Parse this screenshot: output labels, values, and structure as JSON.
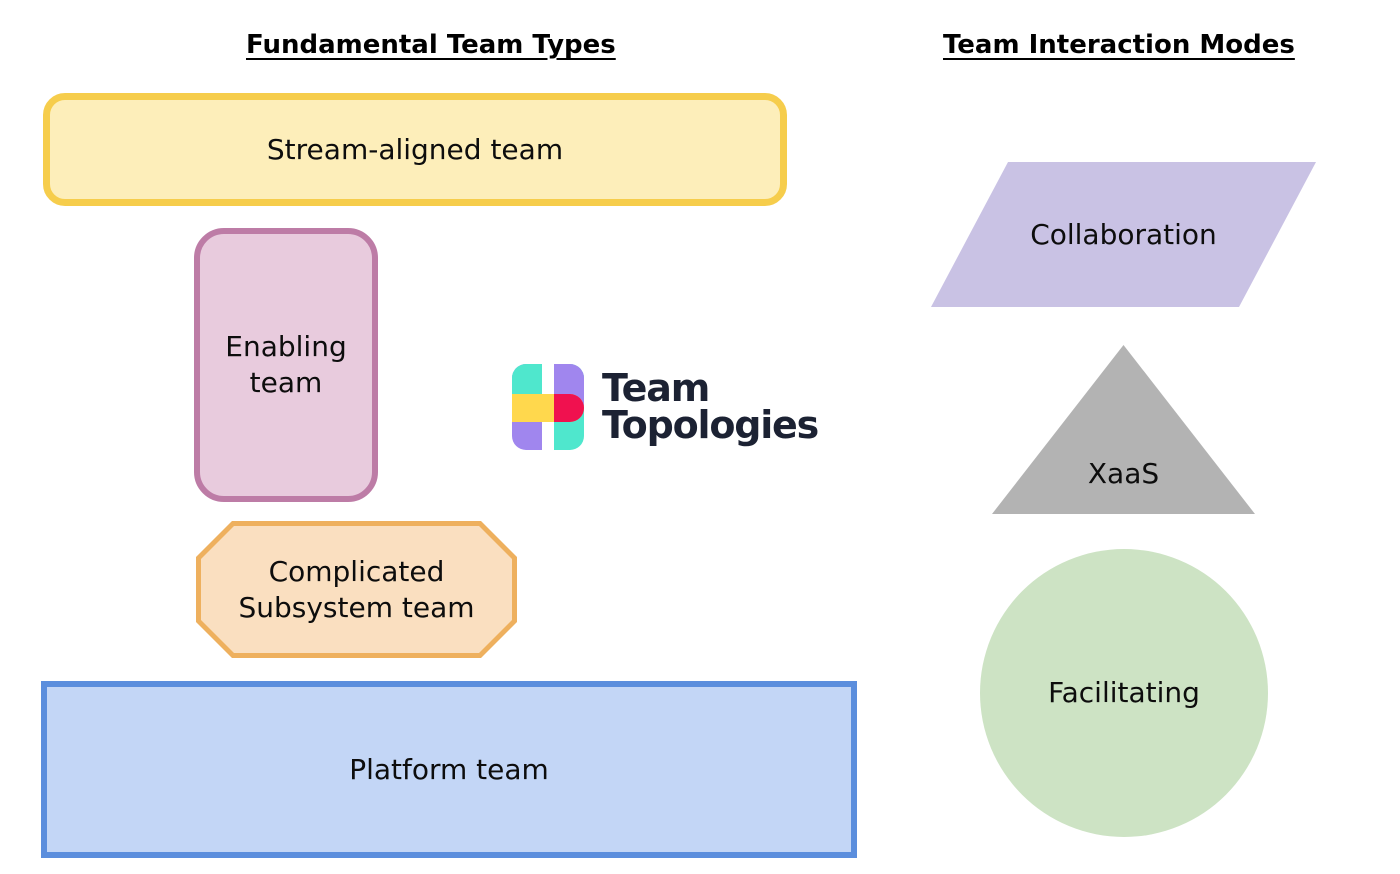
{
  "columns": {
    "left_title": "Fundamental Team Types",
    "right_title": "Team Interaction Modes"
  },
  "fundamental_team_types": [
    {
      "id": "stream-aligned",
      "label": "Stream-aligned team",
      "shape": "rounded-rectangle",
      "fill": "#fdeeba",
      "stroke": "#f6cd4c"
    },
    {
      "id": "enabling",
      "label": "Enabling\nteam",
      "shape": "rounded-rectangle",
      "fill": "#e8cbdd",
      "stroke": "#bd7ca6"
    },
    {
      "id": "complicated-subsystem",
      "label": "Complicated\nSubsystem team",
      "shape": "octagon",
      "fill": "#fadfc0",
      "stroke": "#eeb05e"
    },
    {
      "id": "platform",
      "label": "Platform team",
      "shape": "rectangle",
      "fill": "#c3d6f6",
      "stroke": "#5b8edd"
    }
  ],
  "team_interaction_modes": [
    {
      "id": "collaboration",
      "label": "Collaboration",
      "shape": "parallelogram",
      "fill": "#c9c2e4",
      "stroke": "none"
    },
    {
      "id": "xaas",
      "label": "XaaS",
      "shape": "triangle",
      "fill": "#b3b3b3",
      "stroke": "none"
    },
    {
      "id": "facilitating",
      "label": "Facilitating",
      "shape": "circle",
      "fill": "#cde3c4",
      "stroke": "none"
    }
  ],
  "logo": {
    "wordmark": "Team\nTopologies",
    "wordmark_color": "#1c2233",
    "mark_colors": {
      "teal": "#4fe7cd",
      "purple": "#a086ee",
      "yellow": "#ffd84d",
      "crimson": "#f0114f"
    }
  }
}
